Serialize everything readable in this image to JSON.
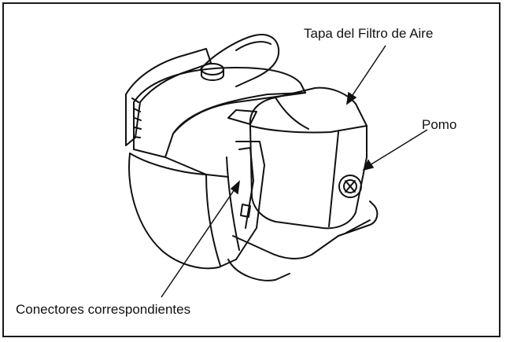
{
  "labels": {
    "air_filter_cover": "Tapa del Filtro de Aire",
    "knob": "Pomo",
    "connectors": "Conectores correspondientes"
  },
  "colors": {
    "line": "#111111",
    "paper": "#ffffff"
  }
}
